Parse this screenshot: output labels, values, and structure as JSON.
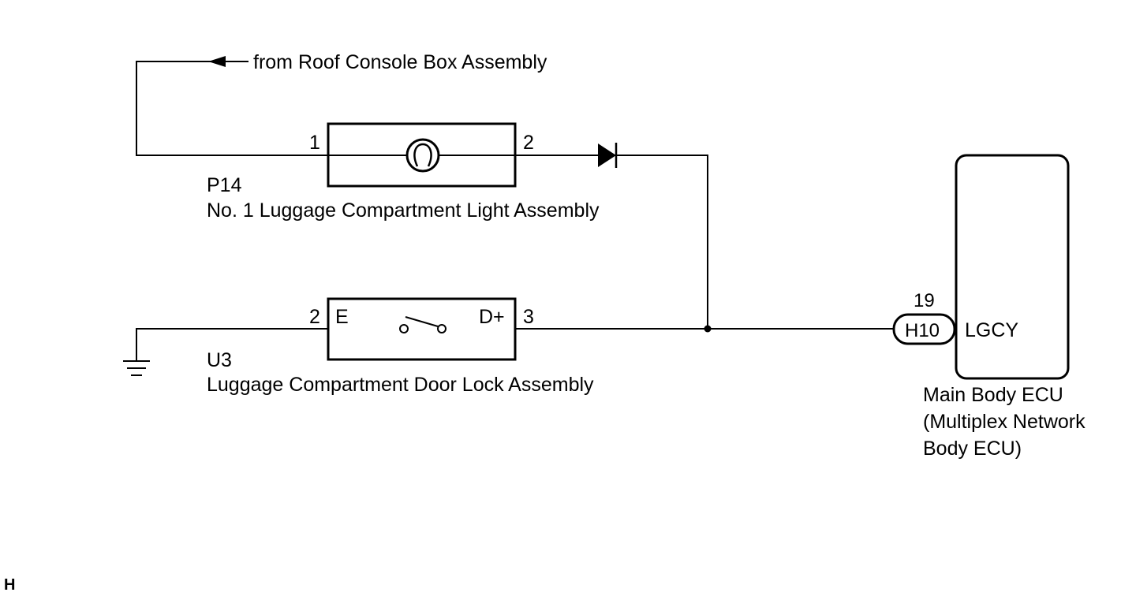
{
  "labels": {
    "from_source": "from Roof Console Box Assembly",
    "light_code": "P14",
    "light_name": "No. 1 Luggage Compartment Light Assembly",
    "lock_code": "U3",
    "lock_name": "Luggage Compartment Door Lock Assembly",
    "ecu_name_line1": "Main Body ECU",
    "ecu_name_line2": "(Multiplex Network",
    "ecu_name_line3": "Body ECU)",
    "corner_mark": "H"
  },
  "pins": {
    "light_in": "1",
    "light_out": "2",
    "lock_e_num": "2",
    "lock_e": "E",
    "lock_d_name": "D+",
    "lock_d_num": "3",
    "ecu_pin_num": "19",
    "ecu_connector": "H10",
    "ecu_terminal": "LGCY"
  }
}
